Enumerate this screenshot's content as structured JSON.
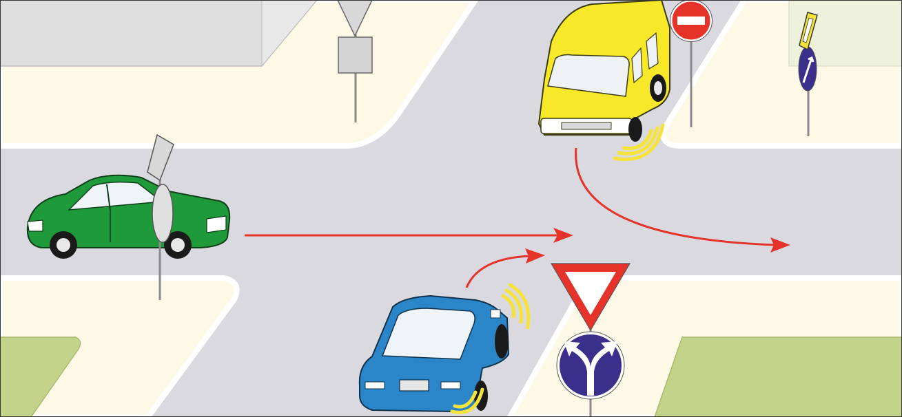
{
  "scene": {
    "road_color": "#d9d9df",
    "sidewalk_color": "#fdf9e6",
    "grass_color": "#c3d38a",
    "building_color": "#dcdcdc",
    "curb_color": "#ffffff",
    "arrow_color": "#e5332a"
  },
  "vehicles": [
    {
      "name": "green-car",
      "color": "#1f9a3a",
      "direction": "straight"
    },
    {
      "name": "yellow-van",
      "color": "#f7e82a",
      "direction": "turn-left",
      "indicator": "on"
    },
    {
      "name": "blue-car",
      "color": "#2a86c8",
      "direction": "turn-left",
      "indicator": "on"
    }
  ],
  "signs": [
    {
      "name": "give-way-sign",
      "icon": "yield-triangle-icon"
    },
    {
      "name": "mandatory-straight-or-right-sign",
      "icon": "fork-arrow-icon"
    },
    {
      "name": "no-entry-sign",
      "icon": "no-entry-icon"
    },
    {
      "name": "keep-right-sign",
      "icon": "keep-right-icon"
    },
    {
      "name": "priority-road-sign",
      "icon": "diamond-icon"
    }
  ]
}
